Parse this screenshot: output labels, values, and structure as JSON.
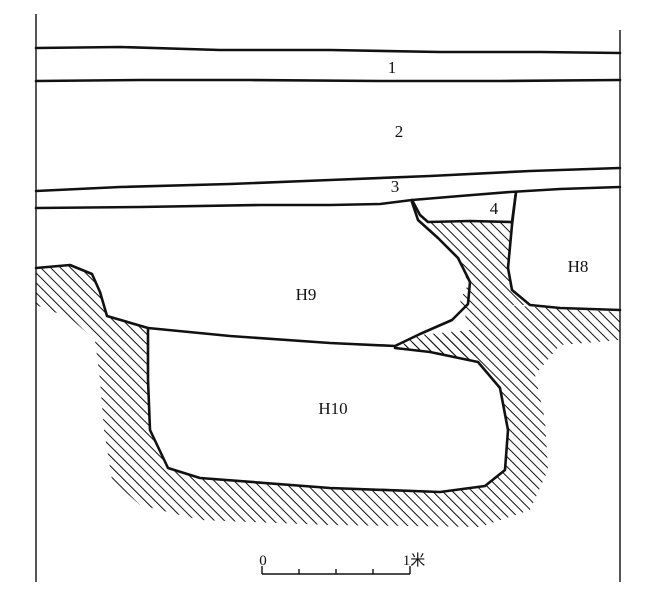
{
  "section": {
    "layers": [
      {
        "id": "layer-1",
        "label": "1"
      },
      {
        "id": "layer-2",
        "label": "2"
      },
      {
        "id": "layer-3",
        "label": "3"
      },
      {
        "id": "layer-4",
        "label": "4"
      }
    ],
    "features": [
      {
        "id": "pit-h8",
        "label": "H8"
      },
      {
        "id": "pit-h9",
        "label": "H9"
      },
      {
        "id": "pit-h10",
        "label": "H10"
      }
    ]
  },
  "scale_bar": {
    "start_label": "0",
    "end_label": "1米",
    "divisions": 5
  }
}
